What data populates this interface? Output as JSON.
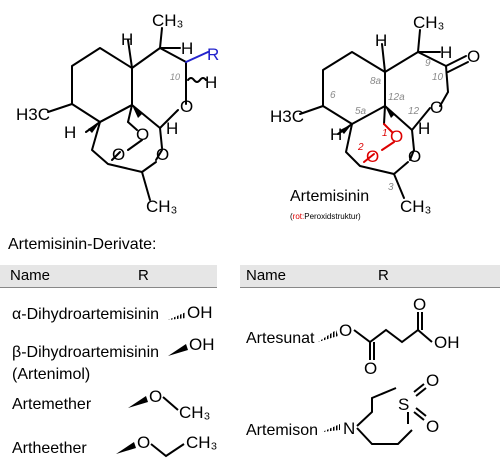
{
  "left_molecule": {
    "atoms": {
      "H_top": "H",
      "CH3_top": "CH3",
      "H_c10a": "H",
      "R": "R",
      "num_10": "10",
      "H_c10": "H",
      "O_ring": "O",
      "H3C": "H3C",
      "H_c6": "H",
      "O_1": "O",
      "O_2": "O",
      "H_c12": "H",
      "O_bridge": "O",
      "CH3_bottom": "CH3"
    }
  },
  "right_molecule": {
    "name": "Artemisinin",
    "note_red": "rot:",
    "note_rest": "Peroxidstruktur",
    "atoms": {
      "CH3_top": "CH3",
      "H_c8a": "H",
      "H_c9": "H",
      "O_carbonyl": "O",
      "O_ring": "O",
      "H3C": "H3C",
      "H_c5a": "H",
      "H_c12": "H",
      "O_1": "O",
      "O_2": "O",
      "O_bridge": "O",
      "CH3_bottom": "CH3"
    },
    "locants": {
      "n9": "9",
      "n8a": "8a",
      "n10": "10",
      "n6": "6",
      "n5a": "5a",
      "n12a": "12a",
      "n12": "12",
      "n1": "1",
      "n2": "2",
      "n3": "3"
    }
  },
  "section_title": "Artemisinin-Derivate:",
  "table_headers": {
    "name": "Name",
    "r": "R"
  },
  "derivatives_left": [
    {
      "name": "α-Dihydroartemisinin",
      "r_label": "OH"
    },
    {
      "name": "β-Dihydroartemisinin",
      "name2": "(Artenimol)",
      "r_label": "OH"
    },
    {
      "name": "Artemether",
      "r_o": "O",
      "r_ch3": "CH3"
    },
    {
      "name": "Artheether",
      "r_o": "O",
      "r_ch3": "CH3"
    }
  ],
  "derivatives_right": [
    {
      "name": "Artesunat",
      "r_atoms": {
        "o1": "O",
        "o2": "O",
        "o3": "O",
        "oh": "OH"
      }
    },
    {
      "name": "Artemison",
      "r_atoms": {
        "n": "N",
        "s": "S",
        "o1": "O",
        "o2": "O"
      }
    }
  ],
  "colors": {
    "r_group": "#2222cc",
    "peroxide": "#dd0000",
    "locant": "#8a8a8a",
    "header_bg": "#e6e6e6"
  }
}
